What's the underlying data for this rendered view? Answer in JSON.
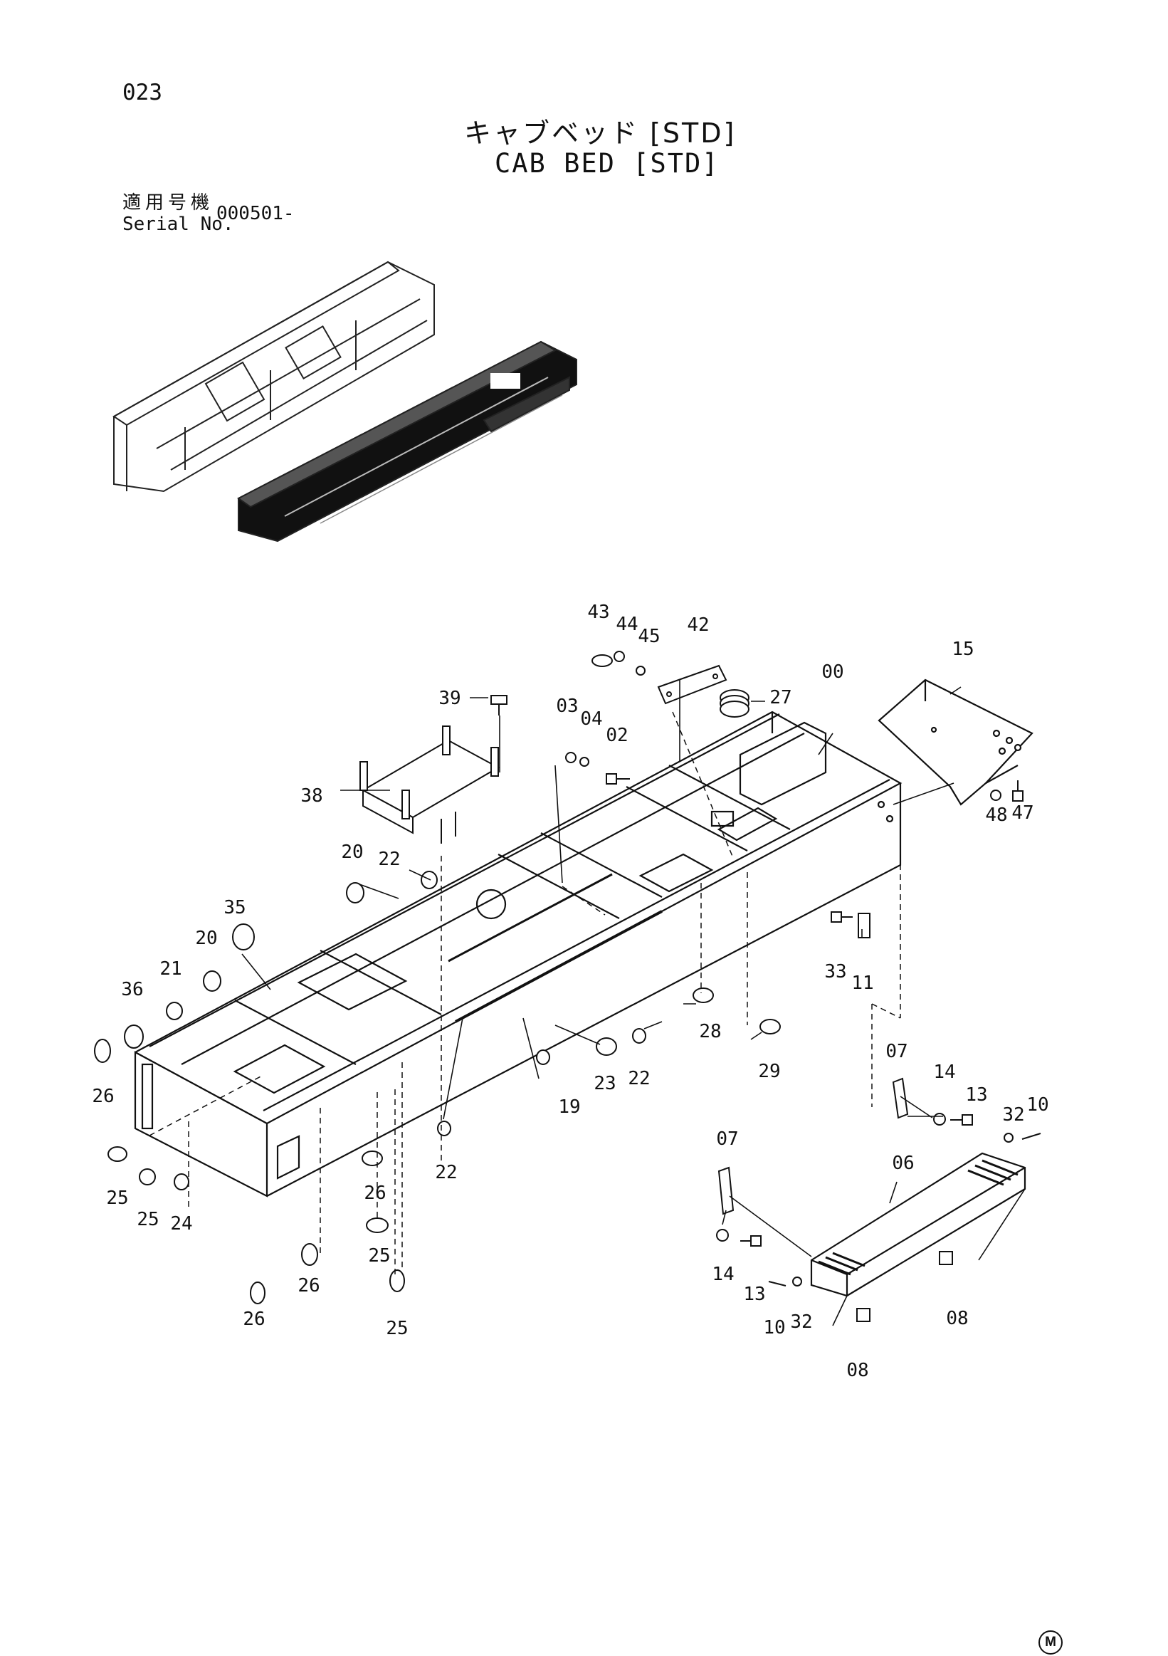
{
  "page_number": "023",
  "title_jp": "キャブベッド [STD]",
  "title_en": "CAB BED [STD]",
  "serial": {
    "label_jp": "適用号機",
    "label_en": "Serial No.",
    "value": "000501-"
  },
  "callouts": [
    "43",
    "44",
    "45",
    "42",
    "00",
    "15",
    "39",
    "03",
    "04",
    "02",
    "27",
    "38",
    "48",
    "47",
    "20",
    "22",
    "35",
    "20",
    "21",
    "36",
    "26",
    "33",
    "11",
    "28",
    "29",
    "23",
    "22",
    "19",
    "07",
    "14",
    "13",
    "32",
    "10",
    "22",
    "26",
    "25",
    "25",
    "24",
    "07",
    "06",
    "26",
    "25",
    "26",
    "14",
    "13",
    "10",
    "32",
    "08",
    "08",
    "25"
  ],
  "mark": "M"
}
